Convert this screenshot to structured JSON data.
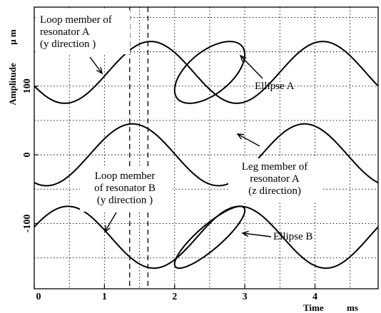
{
  "chart_data": {
    "type": "line",
    "title": "",
    "xlabel": "Time",
    "xunit": "ms",
    "ylabel": "Amplitude",
    "yunit": "μ m",
    "xlim": [
      0,
      4.9
    ],
    "ylim": [
      -195,
      215
    ],
    "x_ticks": [
      0,
      1,
      2,
      3,
      4
    ],
    "y_ticks": [
      {
        "value": 100,
        "label": "100"
      },
      {
        "value": 0,
        "label": "0"
      },
      {
        "value": -100,
        "label": "-100"
      }
    ],
    "grid": true,
    "series": [
      {
        "name": "Loop member of resonator A (y direction)",
        "kind": "sine",
        "center": 120,
        "amplitude": 45,
        "period_ms": 2.45,
        "peak_at_ms": 1.66
      },
      {
        "name": "Leg member of resonator A (z direction)",
        "kind": "sine",
        "center": 0,
        "amplitude": 45,
        "period_ms": 2.45,
        "peak_at_ms": 1.4
      },
      {
        "name": "Loop member of resonator B (y direction)",
        "kind": "sine",
        "center": -120,
        "amplitude": 45,
        "period_ms": 2.45,
        "peak_at_ms": 0.48
      },
      {
        "name": "Ellipse A",
        "kind": "ellipse",
        "center_x": 2.5,
        "center_y": 120,
        "x_half_range": 0.5,
        "y_half_range": 45,
        "phase_deg": 55
      },
      {
        "name": "Ellipse B",
        "kind": "ellipse",
        "center_x": 2.5,
        "center_y": -120,
        "x_half_range": 0.5,
        "y_half_range": 45,
        "phase_deg": 30
      }
    ],
    "reference_lines_x": [
      1.36,
      1.62
    ],
    "annotations": [
      {
        "id": "loopA",
        "lines": [
          "Loop member of",
          "resonator A",
          "(y direction )"
        ]
      },
      {
        "id": "ellipseA",
        "lines": [
          "Ellipse A"
        ]
      },
      {
        "id": "legA",
        "lines": [
          "Leg member of",
          "resonator A",
          "(z direction)"
        ]
      },
      {
        "id": "loopB",
        "lines": [
          "Loop member",
          "of resonator B",
          "(y direction )"
        ]
      },
      {
        "id": "ellipseB",
        "lines": [
          "Ellipse B"
        ]
      }
    ]
  }
}
